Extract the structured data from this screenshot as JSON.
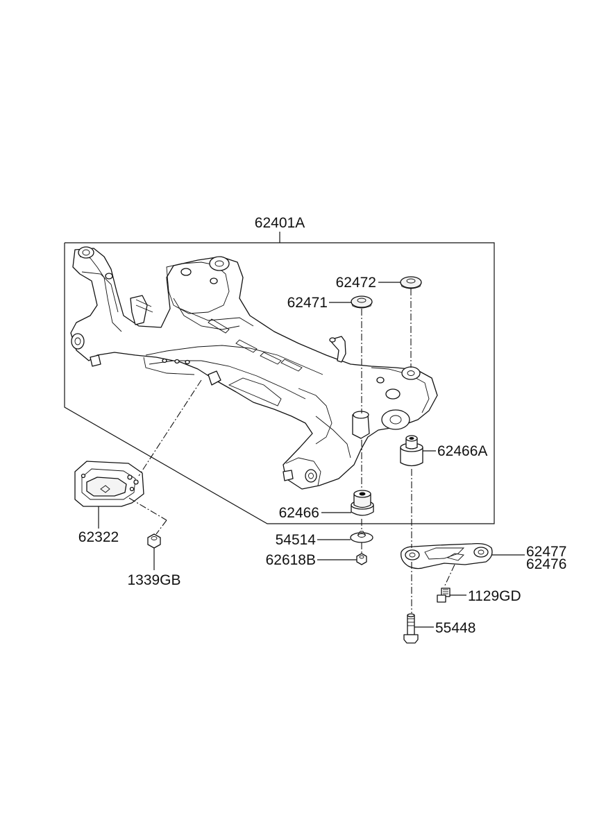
{
  "diagram": {
    "labels": {
      "frame": "62401A",
      "insulator_upper_rear": "62472",
      "insulator_upper_front": "62471",
      "bushing_rear": "62466A",
      "bushing_front": "62466",
      "mount_bracket": "62322",
      "nut_bracket": "1339GB",
      "washer": "54514",
      "nut": "62618B",
      "stay_a": "62477",
      "stay_b": "62476",
      "bolt_stay": "1129GD",
      "bolt_main": "55448"
    }
  }
}
